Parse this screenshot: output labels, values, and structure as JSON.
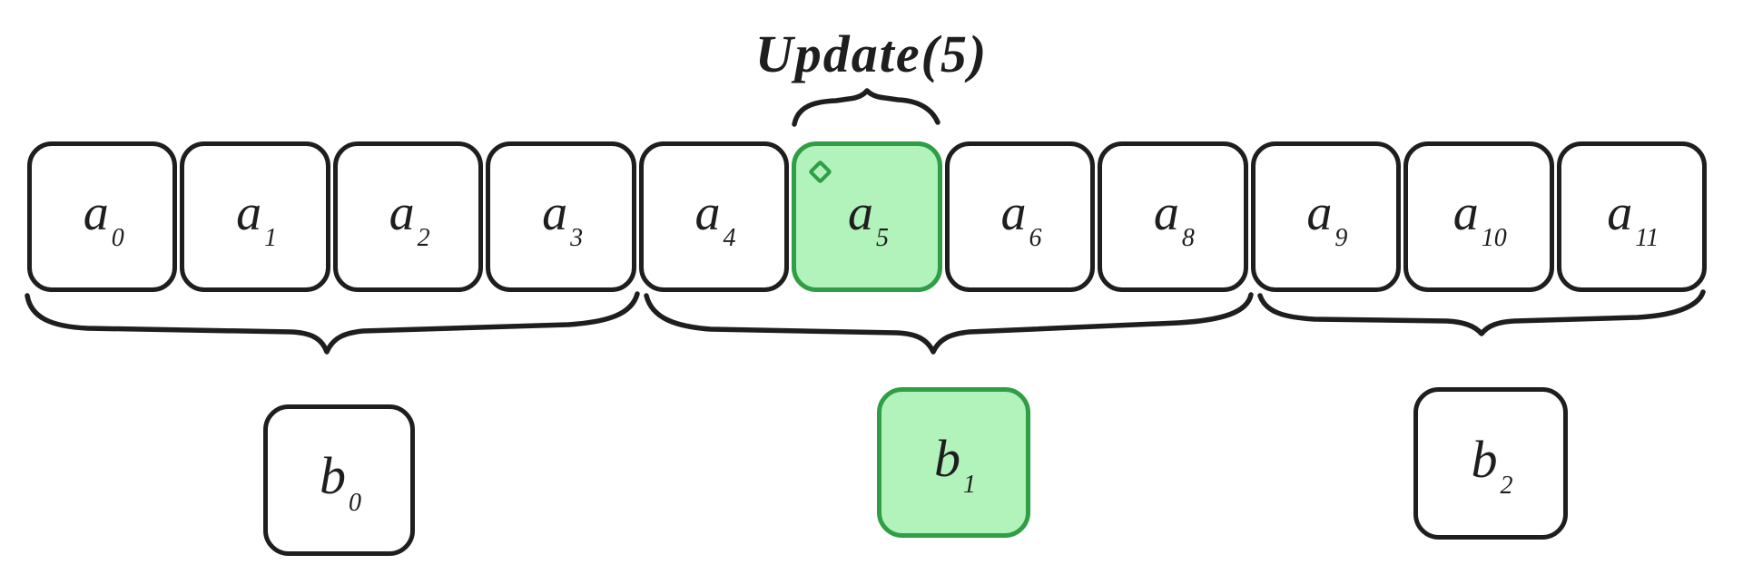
{
  "title": {
    "label": "Update(5)"
  },
  "colors": {
    "ink": "#1e1e1e",
    "highlight_fill": "#b2f2bb",
    "highlight_stroke": "#2f9e44",
    "background": "#ffffff"
  },
  "array": {
    "cells": [
      {
        "base": "a",
        "subscript": "0",
        "highlighted": false
      },
      {
        "base": "a",
        "subscript": "1",
        "highlighted": false
      },
      {
        "base": "a",
        "subscript": "2",
        "highlighted": false
      },
      {
        "base": "a",
        "subscript": "3",
        "highlighted": false
      },
      {
        "base": "a",
        "subscript": "4",
        "highlighted": false
      },
      {
        "base": "a",
        "subscript": "5",
        "highlighted": true,
        "marker": "diamond-icon"
      },
      {
        "base": "a",
        "subscript": "6",
        "highlighted": false
      },
      {
        "base": "a",
        "subscript": "8",
        "highlighted": false
      },
      {
        "base": "a",
        "subscript": "9",
        "highlighted": false
      },
      {
        "base": "a",
        "subscript": "10",
        "highlighted": false
      },
      {
        "base": "a",
        "subscript": "11",
        "highlighted": false
      }
    ]
  },
  "blocks": [
    {
      "base": "b",
      "subscript": "0",
      "highlighted": false,
      "covers_cells": "a0–a3"
    },
    {
      "base": "b",
      "subscript": "1",
      "highlighted": true,
      "covers_cells": "a4–a8"
    },
    {
      "base": "b",
      "subscript": "2",
      "highlighted": false,
      "covers_cells": "a9–a11"
    }
  ]
}
